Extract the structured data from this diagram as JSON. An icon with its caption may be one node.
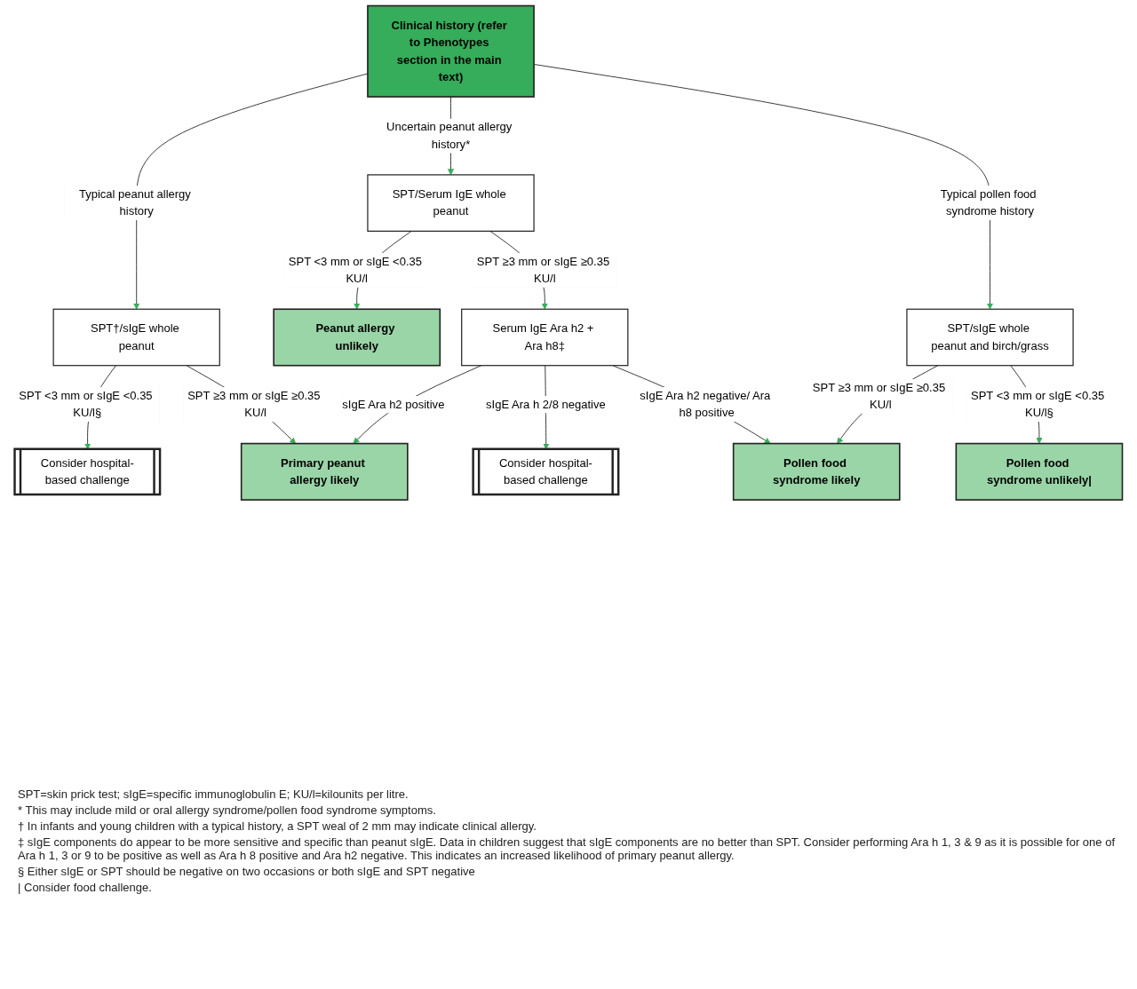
{
  "diagram": {
    "nodes": [
      {
        "text": [
          "Clinical history (refer to Phenotypes section in the main text)"
        ]
      },
      {
        "text": [
          "SPT/Serum IgE whole peanut"
        ]
      },
      {
        "text": [
          "Peanut allergy unlikely"
        ]
      },
      {
        "text": [
          "Serum IgE Ara h2 + Ara h8‡"
        ]
      },
      {
        "text": [
          "SPT†/sIgE whole peanut"
        ]
      },
      {
        "text": [
          "SPT/sIgE whole peanut and birch/grass"
        ]
      },
      {
        "text": [
          "Consider hospital-based challenge"
        ]
      },
      {
        "text": [
          "Primary peanut allergy likely"
        ]
      },
      {
        "text": [
          "Consider hospital-based challenge"
        ]
      },
      {
        "text": [
          "Pollen food syndrome likely"
        ]
      },
      {
        "text": [
          "Pollen food syndrome unlikely|"
        ]
      }
    ],
    "edges": [
      {
        "from": 0,
        "to": 4,
        "arrow": "to",
        "label": "Typical peanut allergy history"
      },
      {
        "from": 0,
        "to": 1,
        "arrow": "to",
        "label": "Uncertain peanut allergy history*"
      },
      {
        "from": 0,
        "to": 5,
        "arrow": "to",
        "label": "Typical pollen food syndrome history"
      },
      {
        "from": 1,
        "to": 2,
        "arrow": "to",
        "label": "SPT <3 mm or sIgE <0.35 KU/l"
      },
      {
        "from": 1,
        "to": 3,
        "arrow": "to",
        "label": "SPT ≥3 mm or sIgE ≥0.35 KU/l"
      },
      {
        "from": 4,
        "to": 6,
        "arrow": "to",
        "label": "SPT <3 mm or sIgE <0.35 KU/l§"
      },
      {
        "from": 4,
        "to": 7,
        "arrow": "to",
        "label": "SPT ≥3 mm or sIgE ≥0.35 KU/l"
      },
      {
        "from": 3,
        "to": 7,
        "arrow": "to",
        "label": "sIgE Ara h2 positive"
      },
      {
        "from": 3,
        "to": 8,
        "arrow": "to",
        "label": "sIgE Ara h 2/8 negative"
      },
      {
        "from": 3,
        "to": 9,
        "arrow": "to",
        "label": "sIgE Ara h2 negative/ Ara h8 positive"
      },
      {
        "from": 5,
        "to": 9,
        "arrow": "to",
        "label": "SPT ≥3 mm or sIgE ≥0.35 KU/l"
      },
      {
        "from": 5,
        "to": 10,
        "arrow": "to",
        "label": "SPT <3 mm or sIgE <0.35 KU/l§"
      }
    ],
    "labels": [
      "SPT=skin prick test; sIgE=specific immunoglobulin E; KU/l=kilounits per litre.",
      "* This may include mild or oral allergy syndrome/pollen food syndrome symptoms.",
      "† In infants and young children with a typical history, a SPT weal of 2 mm may indicate clinical allergy.",
      "‡ sIgE components do appear to be more sensitive and specific than peanut sIgE. Data in children suggest that sIgE components are no better than SPT. Consider performing Ara h 1, 3 & 9 as it is possible for one of Ara h 1, 3 or 9 to be positive as well as Ara h 8 positive and Ara h2 negative. This indicates an increased likelihood of primary peanut allergy.",
      "§ Either sIgE or SPT should be negative on two occasions or both sIgE and SPT negative",
      "| Consider food challenge."
    ]
  }
}
